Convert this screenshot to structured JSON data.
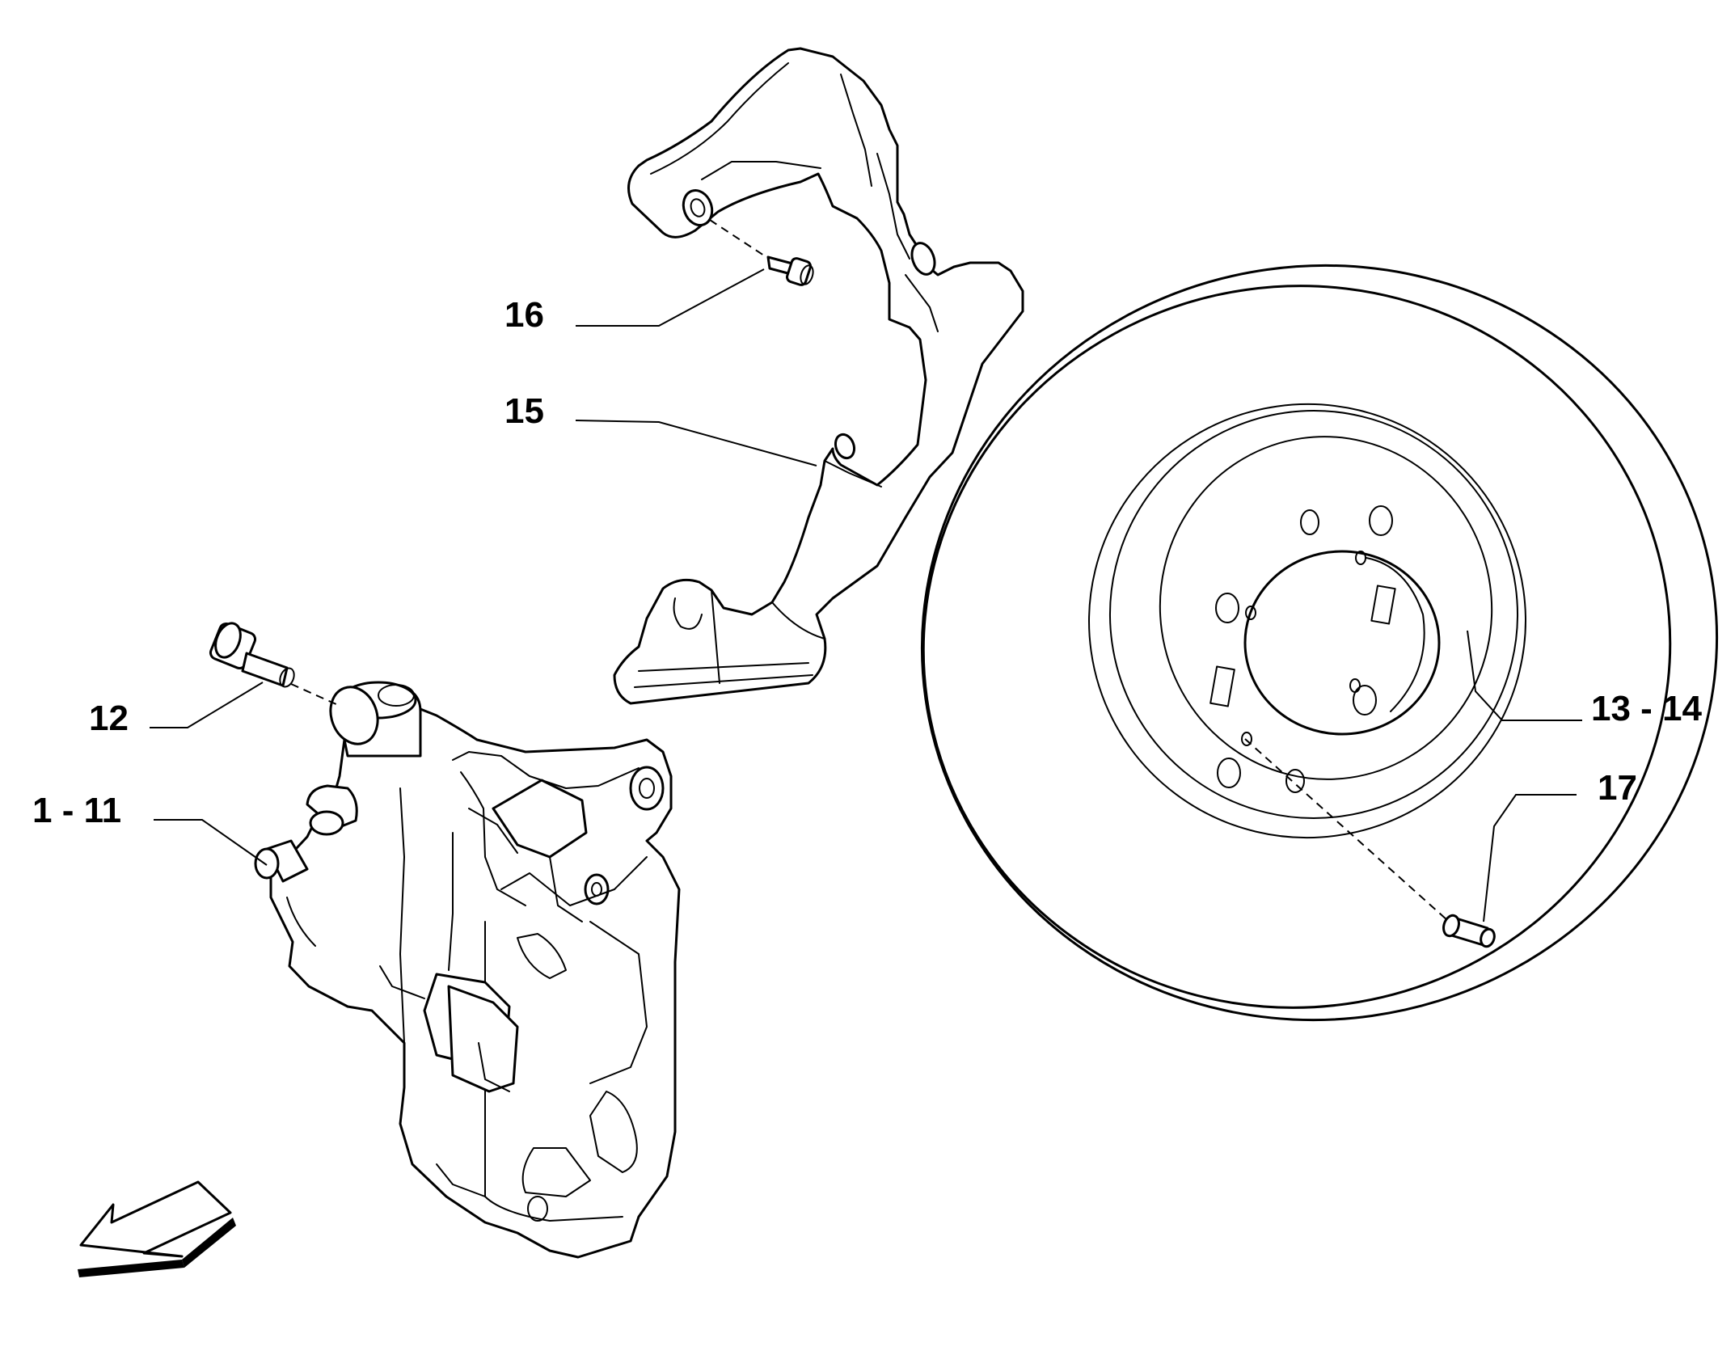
{
  "callouts": {
    "c16": "16",
    "c15": "15",
    "c12": "12",
    "c1_11": "1 - 11",
    "c13_14": "13 - 14",
    "c17": "17"
  },
  "colors": {
    "line": "#000000",
    "background": "#ffffff"
  },
  "icons": {
    "direction_arrow": "arrow-down-left-icon"
  }
}
